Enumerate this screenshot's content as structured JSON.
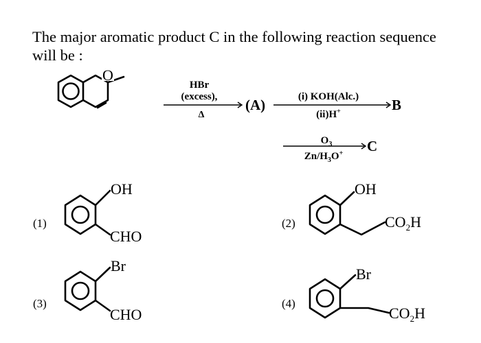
{
  "question": {
    "line1": "The major aromatic product C in the following reaction sequence",
    "line2": "will be :"
  },
  "scheme": {
    "ring_oxygen": "O",
    "step1": {
      "reagent1": "HBr",
      "reagent2": "(excess),",
      "reagent3": "Δ",
      "product": "(A)"
    },
    "step2": {
      "reagent1": "(i) KOH(Alc.)",
      "reagent2": "(ii)H",
      "reagent2_sup": "+",
      "product": "B"
    },
    "step3": {
      "reagent1": "O",
      "reagent1_sub": "3",
      "reagent2_a": "Zn/H",
      "reagent2_sub": "3",
      "reagent2_b": "O",
      "reagent2_sup": "+",
      "product": "C"
    }
  },
  "options": [
    {
      "number": "(1)",
      "top_group": "OH",
      "bottom_group": "CHO"
    },
    {
      "number": "(2)",
      "top_group": "OH",
      "chain_group_a": "CO",
      "chain_group_sub": "2",
      "chain_group_b": "H"
    },
    {
      "number": "(3)",
      "top_group": "Br",
      "bottom_group": "CHO"
    },
    {
      "number": "(4)",
      "top_group": "Br",
      "chain_group_a": "CO",
      "chain_group_sub": "2",
      "chain_group_b": "H"
    }
  ]
}
